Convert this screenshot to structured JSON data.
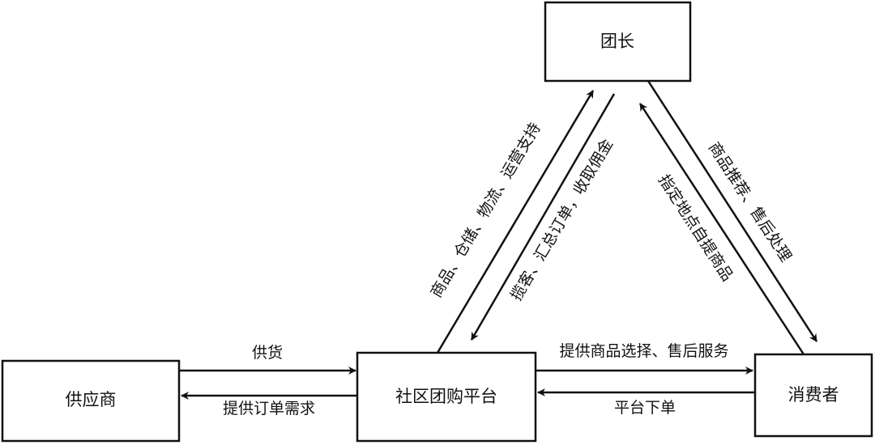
{
  "nodes": {
    "leader": "团长",
    "supplier": "供应商",
    "platform": "社区团购平台",
    "consumer": "消费者"
  },
  "edges": {
    "supply": "供货",
    "order_demand": "提供订单需求",
    "goods_service": "提供商品选择、售后服务",
    "place_order": "平台下单",
    "platform_support": "商品、仓储、物流、运营支持",
    "leader_collect": "揽客、汇总订单，收取佣金",
    "leader_recommend": "商品推荐、售后处理",
    "consumer_pickup": "指定地点自提商品"
  },
  "colors": {
    "stroke": "#111111",
    "background": "#ffffff"
  }
}
